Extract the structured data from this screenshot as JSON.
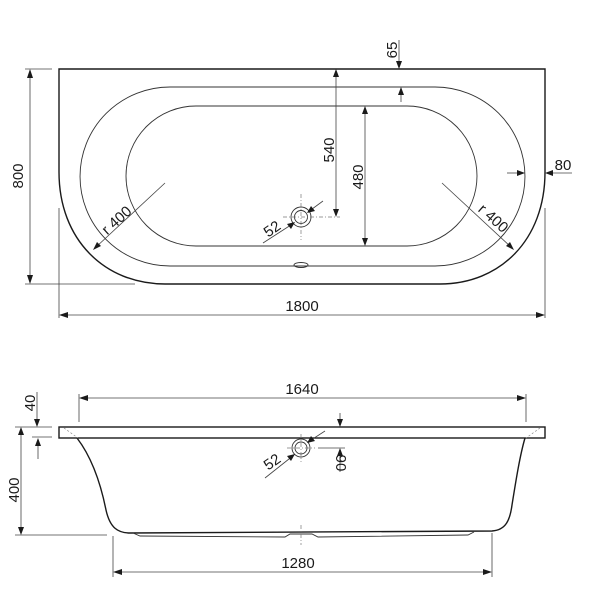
{
  "drawing": {
    "type": "technical-drawing",
    "subject": "back-to-wall bathtub",
    "line_color": "#1a1a1a",
    "background": "#ffffff"
  },
  "top_view": {
    "dimensions": {
      "overall_length": "1800",
      "overall_width": "800",
      "rim_offset_top": "65",
      "rim_offset_side": "80",
      "drain_to_back": "540",
      "inner_width": "480",
      "radius_left": "r 400",
      "radius_right": "r 400",
      "drain_diameter": "52"
    }
  },
  "side_view": {
    "dimensions": {
      "top_length": "1640",
      "bottom_length": "1280",
      "height": "400",
      "rim_thickness": "40",
      "overflow_height": "90",
      "overflow_diameter": "52"
    }
  }
}
